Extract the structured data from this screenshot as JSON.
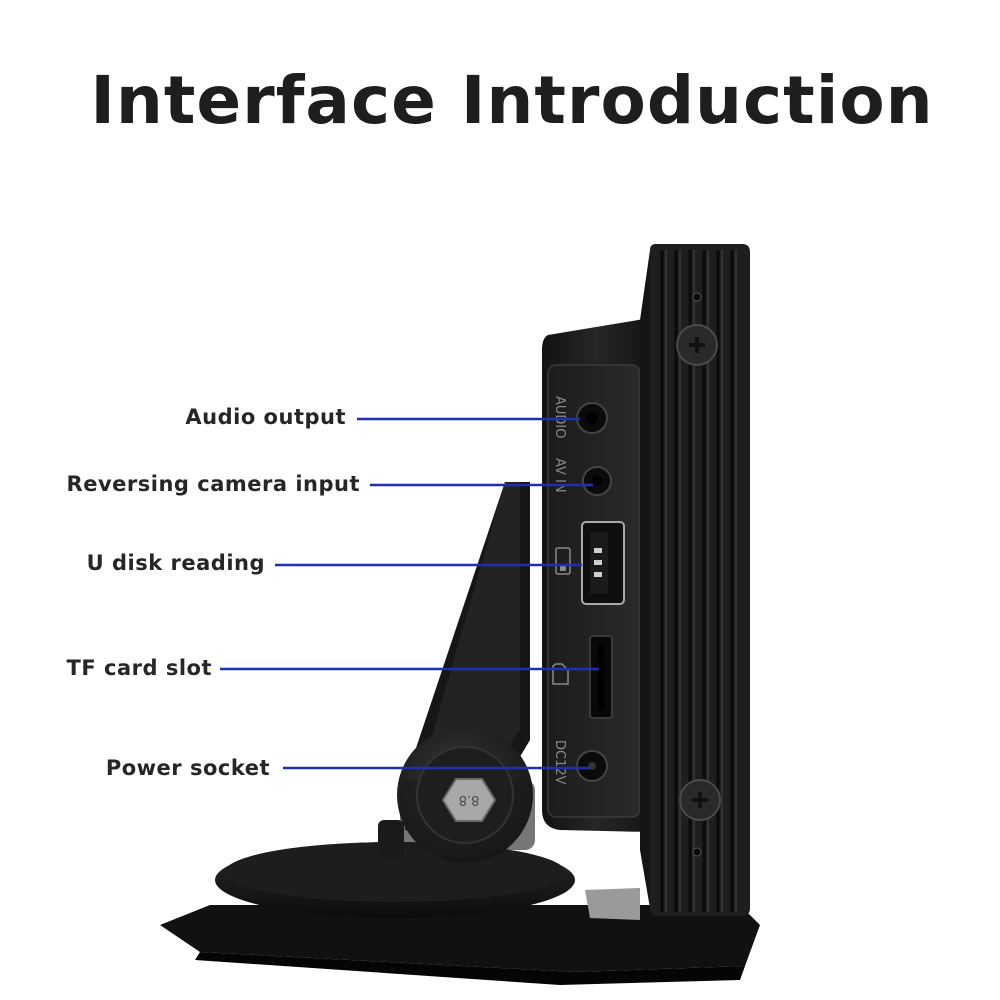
{
  "title": "Interface Introduction",
  "labels": [
    {
      "id": "audio",
      "text": "Audio output"
    },
    {
      "id": "av",
      "text": "Reversing camera input"
    },
    {
      "id": "usb",
      "text": "U disk reading"
    },
    {
      "id": "tf",
      "text": "TF card slot"
    },
    {
      "id": "power",
      "text": "Power socket"
    }
  ],
  "port_marks": {
    "audio": "AUDIO",
    "av": "AV IN",
    "power": "DC12V",
    "bolt": "8.8"
  },
  "colors": {
    "leader_line": "#1e2fb0",
    "device_body": "#1b1b1b",
    "device_edge": "#2e2e2e",
    "text": "#262626"
  },
  "icons": [
    "usb-icon",
    "sd-card-icon",
    "screw-icon",
    "bolt-icon"
  ]
}
